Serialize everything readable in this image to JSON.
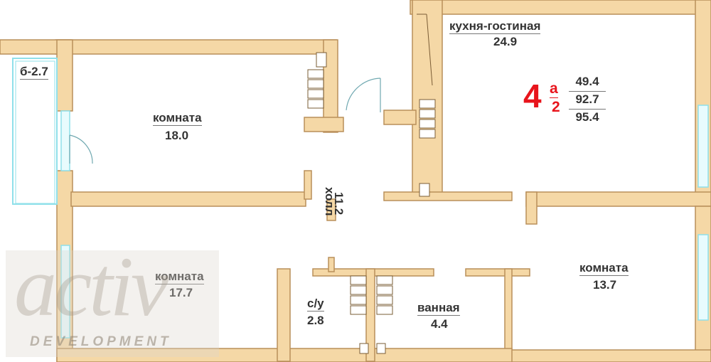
{
  "rooms": {
    "balcony": "б-2.7",
    "room1_name": "комната",
    "room1_area": "18.0",
    "hall_name": "холл",
    "hall_area": "11.2",
    "kitchen_name": "кухня-гостиная",
    "kitchen_area": "24.9",
    "room2_name": "комната",
    "room2_area": "17.7",
    "wc_name": "с/у",
    "wc_area": "2.8",
    "bath_name": "ванная",
    "bath_area": "4.4",
    "room3_name": "комната",
    "room3_area": "13.7"
  },
  "apartment": {
    "rooms_count": "4",
    "section_top": "а",
    "section_bottom": "2",
    "areas": [
      "49.4",
      "92.7",
      "95.4"
    ]
  },
  "logo": {
    "word": "activ",
    "subtitle": "DEVELOPMENT"
  },
  "colors": {
    "wall": "#f5d8a6",
    "wall_stroke": "#b98f5a",
    "window": "#8fe0ea",
    "accent": "#e8141c"
  }
}
